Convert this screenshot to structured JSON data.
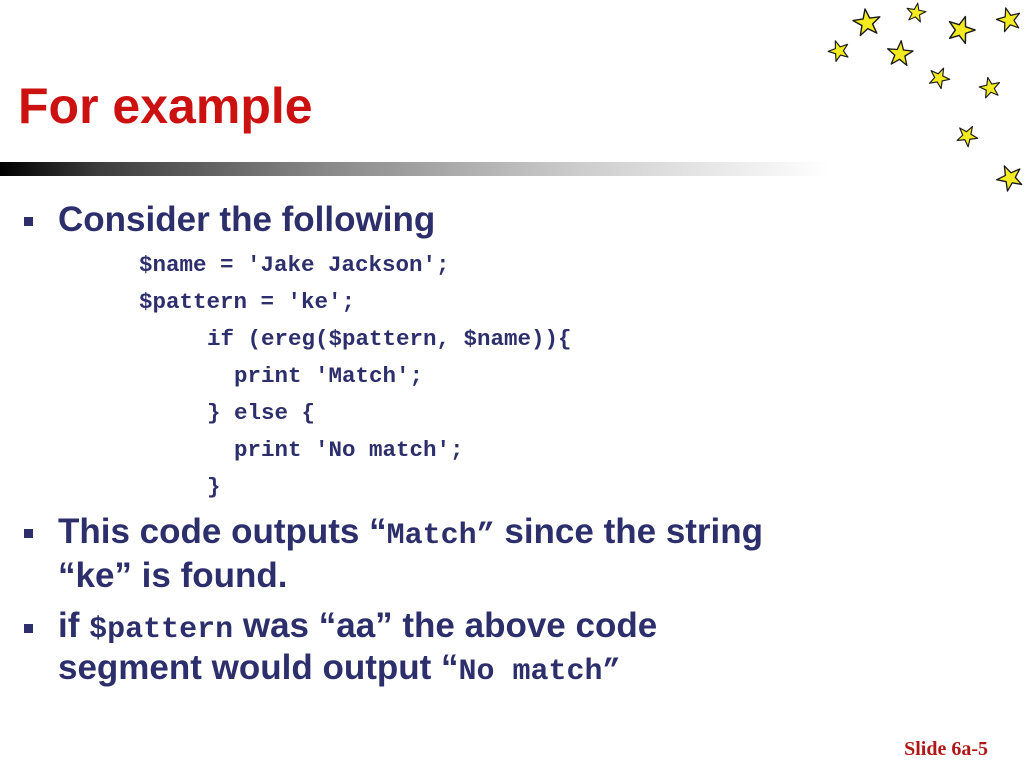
{
  "slide": {
    "title": "For example",
    "bullets": [
      {
        "text": "Consider the following"
      },
      {
        "line1_before": "This code outputs “",
        "line1_code": "Match”",
        "line1_after": " since the string",
        "line2": "“ke” is found."
      },
      {
        "line1_before": "if ",
        "line1_code": "$pattern",
        "line1_after": " was  “aa” the above code",
        "line2_before": "segment would output “",
        "line2_code": "No match”"
      }
    ],
    "code": [
      "$name = 'Jake Jackson';",
      "$pattern = 'ke';",
      "if (ereg($pattern, $name)){",
      "  print 'Match';",
      "} else {",
      "  print 'No match';",
      "}"
    ],
    "footer": "Slide 6a-5"
  },
  "colors": {
    "title": "#cc1111",
    "body_text": "#2c2f6b",
    "footer": "#b01818",
    "star_fill": "#f4ea20",
    "star_outline": "#1a1a1a"
  },
  "decoration": {
    "stars_icon": "star-icon"
  }
}
